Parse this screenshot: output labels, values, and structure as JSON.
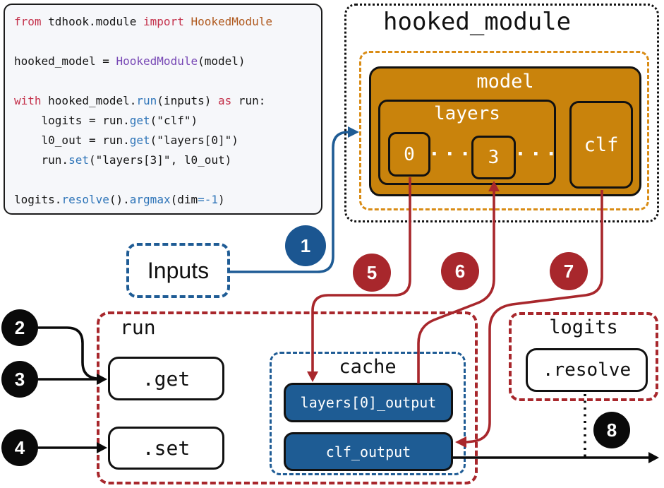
{
  "code_panel": {
    "lines": [
      [
        {
          "t": "from",
          "c": "kw"
        },
        {
          "t": " tdhook.module ",
          "c": "pl"
        },
        {
          "t": "import",
          "c": "kw"
        },
        {
          "t": " HookedModule",
          "c": "cls"
        }
      ],
      [],
      [
        {
          "t": "hooked_model = ",
          "c": "pl"
        },
        {
          "t": "HookedModule",
          "c": "ctor"
        },
        {
          "t": "(model)",
          "c": "pl"
        }
      ],
      [],
      [
        {
          "t": "with",
          "c": "kw"
        },
        {
          "t": " hooked_model.",
          "c": "pl"
        },
        {
          "t": "run",
          "c": "meth"
        },
        {
          "t": "(inputs) ",
          "c": "pl"
        },
        {
          "t": "as",
          "c": "kw"
        },
        {
          "t": " run:",
          "c": "pl"
        }
      ],
      [
        {
          "t": "    logits = run.",
          "c": "pl"
        },
        {
          "t": "get",
          "c": "meth"
        },
        {
          "t": "(\"clf\")",
          "c": "pl"
        }
      ],
      [
        {
          "t": "    l0_out = run.",
          "c": "pl"
        },
        {
          "t": "get",
          "c": "meth"
        },
        {
          "t": "(\"layers[0]\")",
          "c": "pl"
        }
      ],
      [
        {
          "t": "    run.",
          "c": "pl"
        },
        {
          "t": "set",
          "c": "meth"
        },
        {
          "t": "(\"layers[3]\", l0_out)",
          "c": "pl"
        }
      ],
      [],
      [
        {
          "t": "logits.",
          "c": "pl"
        },
        {
          "t": "resolve",
          "c": "meth"
        },
        {
          "t": "().",
          "c": "pl"
        },
        {
          "t": "argmax",
          "c": "meth"
        },
        {
          "t": "(dim",
          "c": "pl"
        },
        {
          "t": "=-1",
          "c": "num"
        },
        {
          "t": ")",
          "c": "pl"
        }
      ]
    ]
  },
  "hooked_module": {
    "title": "hooked_module",
    "model_label": "model",
    "layers_label": "layers",
    "layer0_label": "0",
    "layer3_label": "3",
    "ellipsis": "···",
    "clf_label": "clf"
  },
  "inputs": {
    "label": "Inputs"
  },
  "run_panel": {
    "title": "run",
    "get_label": ".get",
    "set_label": ".set"
  },
  "cache_panel": {
    "title": "cache",
    "slots": [
      "layers[0]_output",
      "clf_output"
    ]
  },
  "logits_panel": {
    "title": "logits",
    "resolve_label": ".resolve"
  },
  "step_badges": [
    "1",
    "2",
    "3",
    "4",
    "5",
    "6",
    "7",
    "8"
  ],
  "colors": {
    "orange_fill": "#C9830C",
    "orange_dash": "#D98C15",
    "red_accent": "#A8272C",
    "blue_accent": "#1F5C95",
    "code_keyword": "#C4314B",
    "code_class": "#B05A1F",
    "code_constructor": "#7646B4",
    "code_method": "#2E74B8"
  }
}
